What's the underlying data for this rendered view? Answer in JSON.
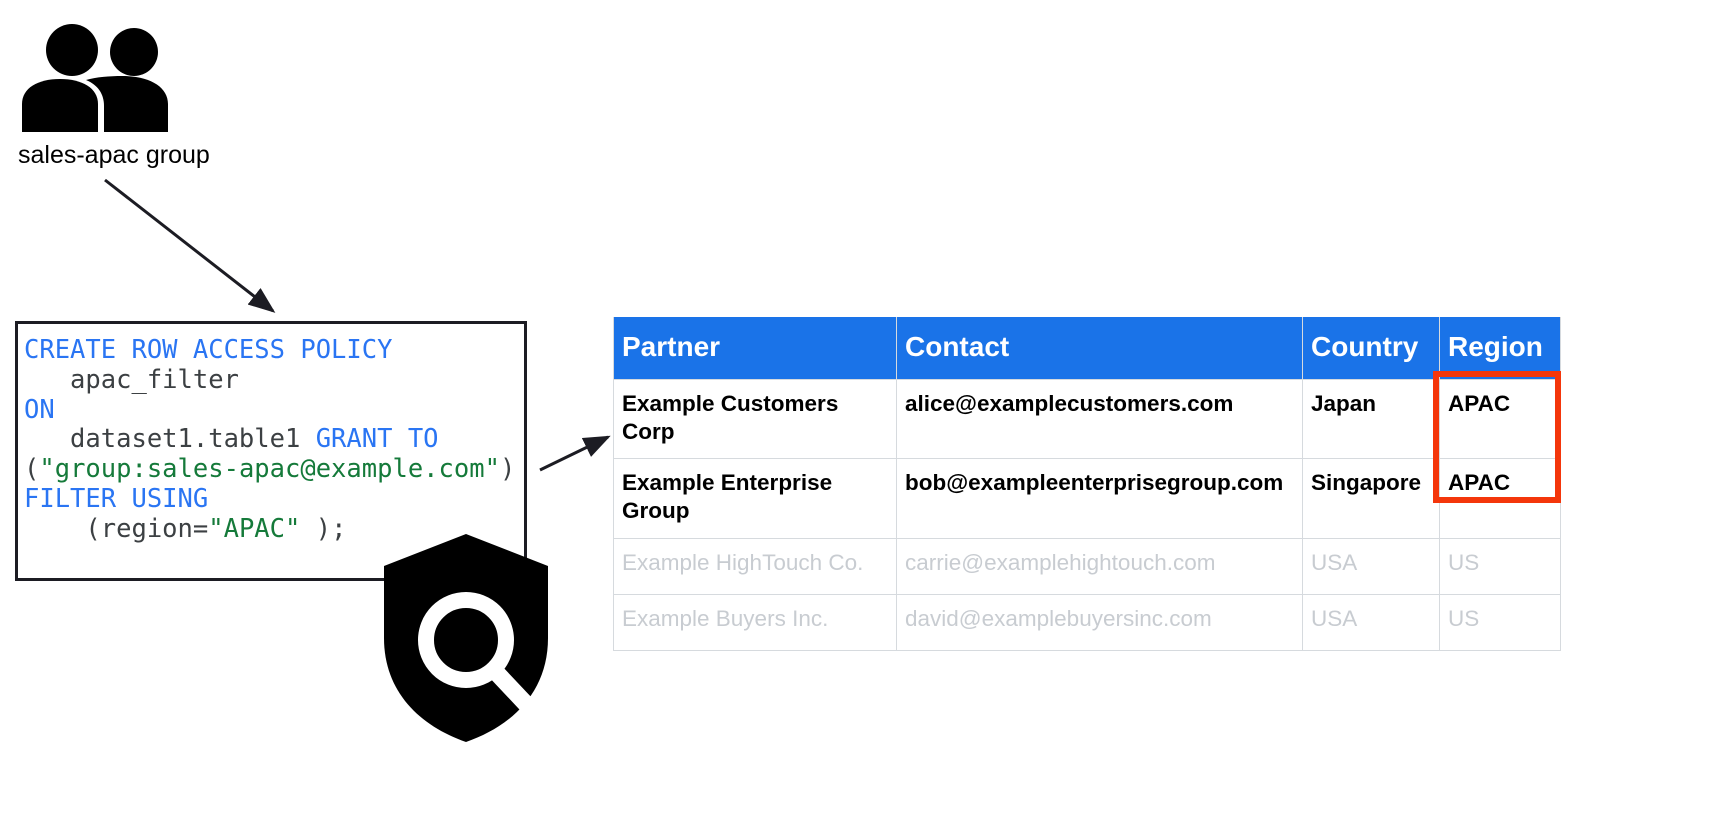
{
  "group": {
    "icon": "people-group-icon",
    "label": "sales-apac group"
  },
  "policy_code": {
    "icon": "shield-search-icon",
    "lines": [
      [
        {
          "t": "CREATE ROW ACCESS POLICY",
          "c": "kw"
        }
      ],
      [
        {
          "t": "   apac_filter",
          "c": "pln"
        }
      ],
      [
        {
          "t": "ON",
          "c": "kw"
        }
      ],
      [
        {
          "t": "   dataset1.table1 ",
          "c": "pln"
        },
        {
          "t": "GRANT TO",
          "c": "kw"
        }
      ],
      [
        {
          "t": "(",
          "c": "pln"
        },
        {
          "t": "\"group:sales-apac@example.com\"",
          "c": "str"
        },
        {
          "t": ")",
          "c": "pln"
        }
      ],
      [
        {
          "t": "FILTER USING",
          "c": "kw"
        }
      ],
      [
        {
          "t": "    (region=",
          "c": "pln"
        },
        {
          "t": "\"APAC\"",
          "c": "str"
        },
        {
          "t": " );",
          "c": "pln"
        }
      ]
    ],
    "plain_text": "CREATE ROW ACCESS POLICY\n   apac_filter\nON\n   dataset1.table1 GRANT TO\n(\"group:sales-apac@example.com\")\nFILTER USING\n    (region=\"APAC\" );"
  },
  "table": {
    "columns": [
      "Partner",
      "Contact",
      "Country",
      "Region"
    ],
    "rows": [
      {
        "state": "visible",
        "partner": "Example Customers Corp",
        "contact": "alice@examplecustomers.com",
        "country": "Japan",
        "region": "APAC"
      },
      {
        "state": "visible",
        "partner": "Example Enterprise Group",
        "contact": "bob@exampleenterprisegroup.com",
        "country": "Singapore",
        "region": "APAC"
      },
      {
        "state": "filtered-out",
        "partner": "Example HighTouch Co.",
        "contact": "carrie@examplehightouch.com",
        "country": "USA",
        "region": "US"
      },
      {
        "state": "filtered-out",
        "partner": "Example Buyers Inc.",
        "contact": "david@examplebuyersinc.com",
        "country": "USA",
        "region": "US"
      }
    ]
  },
  "colors": {
    "header_blue": "#1a73e8",
    "highlight_red": "#f4360b",
    "keyword_blue": "#2a75f3",
    "string_green": "#157a3a",
    "muted_gray": "#c8ccd1",
    "code_text": "#3c4043",
    "border_gray": "#d6dade"
  }
}
